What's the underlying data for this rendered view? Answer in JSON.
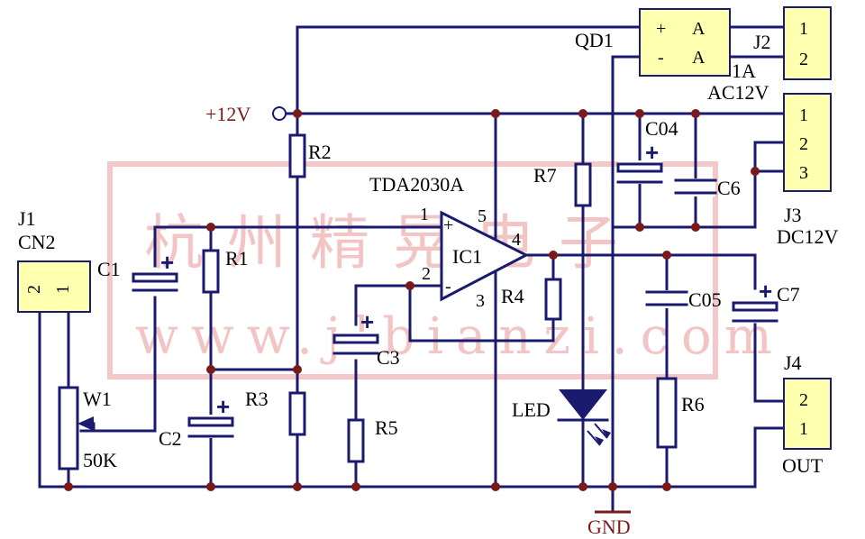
{
  "watermark": {
    "line1": "杭州精晃电子",
    "line2": "www.jlbianzi.com"
  },
  "labels": {
    "supply": "+12V",
    "ground": "GND",
    "ic_part": "TDA2030A",
    "ic_ref": "IC1",
    "ic_pin1": "1",
    "ic_pin2": "2",
    "ic_pin3": "3",
    "ic_pin4": "4",
    "ic_pin5": "5",
    "ic_plus": "+",
    "ic_minus": "-",
    "fuse_ref": "QD1",
    "fuse_plus": "+",
    "fuse_minus": "-",
    "fuse_a1": "A",
    "fuse_a2": "A",
    "r1": "R1",
    "r2": "R2",
    "r3": "R3",
    "r4": "R4",
    "r5": "R5",
    "r6": "R6",
    "r7": "R7",
    "c1": "C1",
    "c2": "C2",
    "c3": "C3",
    "c04": "C04",
    "c05": "C05",
    "c6": "C6",
    "c7": "C7",
    "led": "LED",
    "w1": "W1",
    "w1_value": "50K",
    "j1": "J1",
    "j1_type": "CN2",
    "j1_pin2": "2",
    "j1_pin1": "1",
    "j2": "J2",
    "j2_rating1": "1A",
    "j2_rating2": "AC12V",
    "j2_pin1": "1",
    "j2_pin2": "2",
    "j3": "J3",
    "j3_rating": "DC12V",
    "j3_pin1": "1",
    "j3_pin2": "2",
    "j3_pin3": "3",
    "j4": "J4",
    "j4_name": "OUT",
    "j4_pin2": "2",
    "j4_pin1": "1"
  },
  "colors": {
    "wire": "#1a1a6e",
    "node": "#7a1a1a",
    "connector_fill": "#ffffb0",
    "watermark": "#f2c4c4"
  }
}
